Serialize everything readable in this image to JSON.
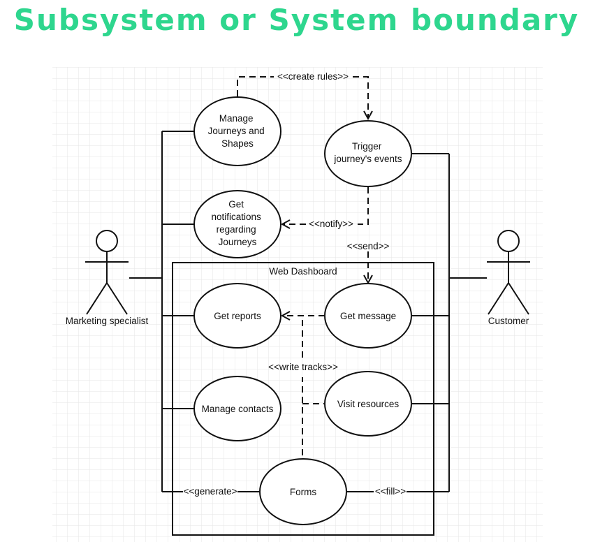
{
  "title": "Subsystem or System boundary",
  "boundary_label": "Web Dashboard",
  "actors": {
    "marketing": "Marketing specialist",
    "customer": "Customer"
  },
  "use_cases": {
    "manage_journeys": [
      "Manage",
      "Journeys and",
      "Shapes"
    ],
    "trigger_events": [
      "Trigger",
      "journey's events"
    ],
    "get_notifications": [
      "Get",
      "notifications",
      "regarding",
      "Journeys"
    ],
    "get_reports": [
      "Get reports"
    ],
    "get_message": [
      "Get message"
    ],
    "manage_contacts": [
      "Manage contacts"
    ],
    "visit_resources": [
      "Visit resources"
    ],
    "forms": [
      "Forms"
    ]
  },
  "relations": {
    "create_rules": "<<create rules>>",
    "notify": "<<notify>>",
    "send": "<<send>>",
    "write_tracks": "<<write tracks>>",
    "generate": "<<generate>",
    "fill": "<<fill>>"
  },
  "colors": {
    "title": "#2ed68e",
    "grid": "#e6e6e6",
    "line": "#111111"
  }
}
